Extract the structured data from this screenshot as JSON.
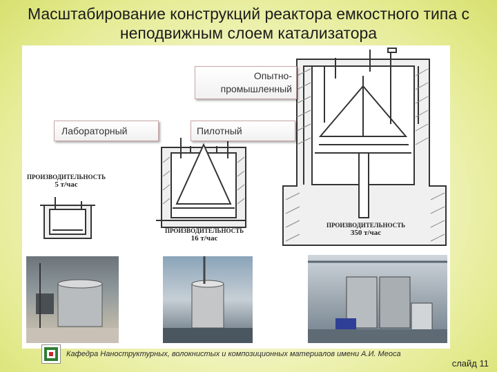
{
  "title": {
    "line1": "Масштабирование конструкций реактора емкостного типа с",
    "line2": "неподвижным слоем катализатора"
  },
  "labels": {
    "opit_line1": "Опытно-",
    "opit_line2": "промышленный",
    "laboratory": "Лабораторный",
    "pilot": "Пилотный"
  },
  "captions": {
    "lab_cap_title": "ПРОИЗВОДИТЕЛЬНОСТЬ",
    "lab_cap_value": "5 т/час",
    "pilot_cap_title": "ПРОИЗВОДИТЕЛЬНОСТЬ",
    "pilot_cap_value": "16 т/час",
    "big_cap_title": "ПРОИЗВОДИТЕЛЬНОСТЬ",
    "big_cap_value": "350 т/час"
  },
  "footer": {
    "department": "Кафедра Наноструктурных, волокнистых и композиционных материалов имени А.И. Меоса",
    "slide": "слайд 11"
  },
  "colors": {
    "background": "#f3f5c6",
    "label_border": "#c9a5a5"
  }
}
